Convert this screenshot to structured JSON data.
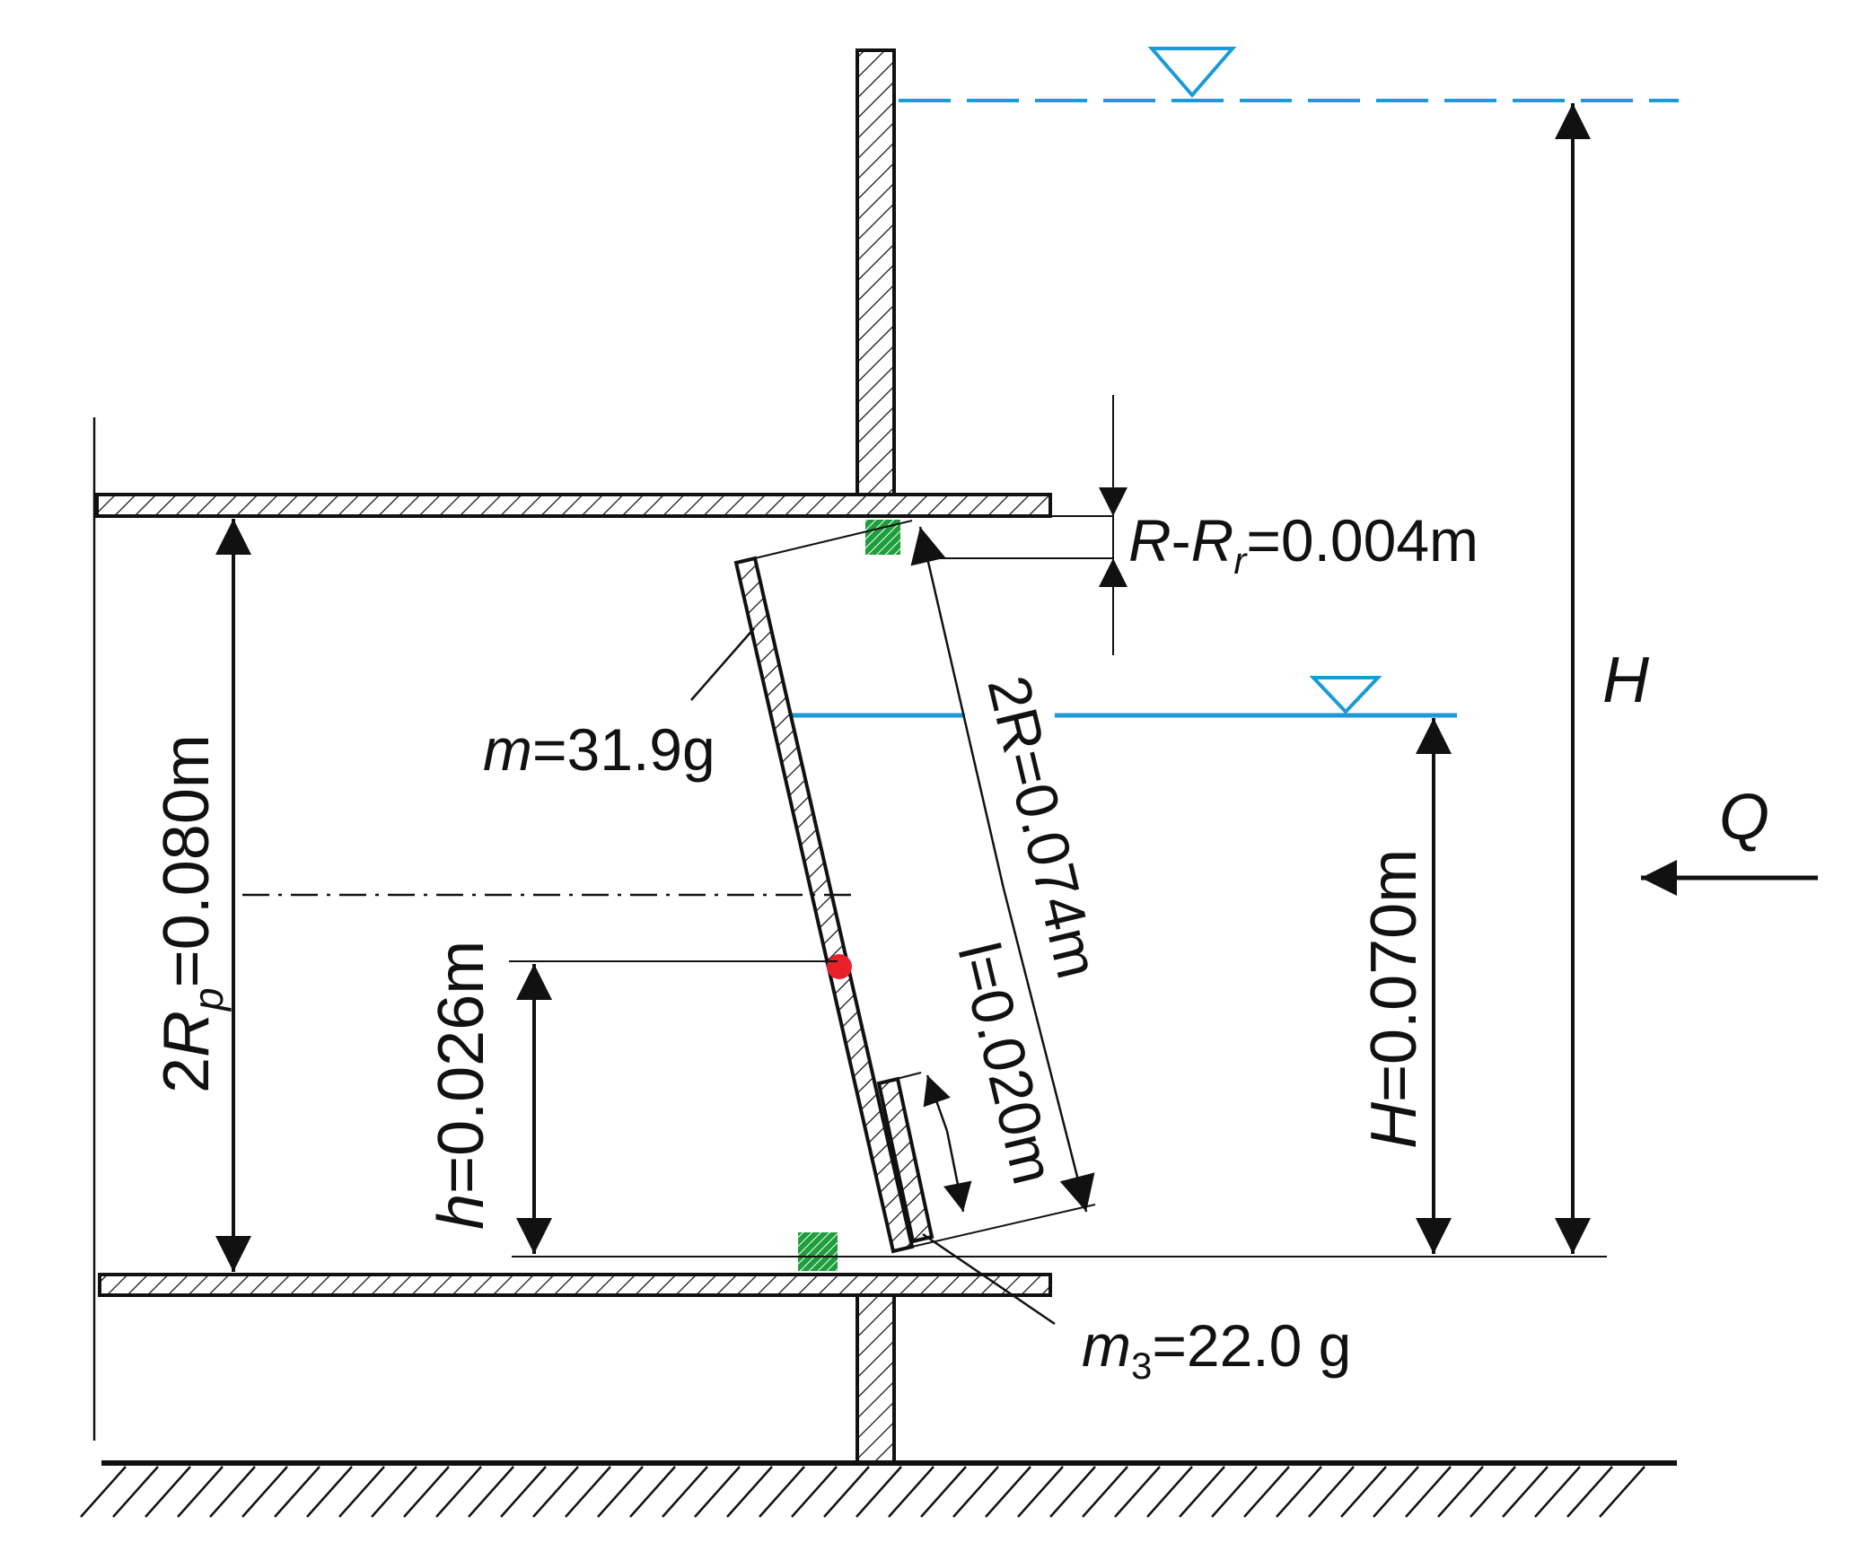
{
  "colors": {
    "ink": "#111111",
    "water": "#1a9ad7",
    "pivot": "#1e9e3c",
    "center_of_mass": "#e8202a"
  },
  "labels": {
    "r_gap": {
      "a": "R",
      "b": "-",
      "c": "R",
      "sub": "r",
      "val": "=0.004m"
    },
    "two_r": "2R=0.074m",
    "mass": {
      "sym": "m",
      "val": "=31.9g"
    },
    "h_total": "H",
    "flow": "Q",
    "two_rp": {
      "a": "2",
      "b": "R",
      "sub": "p",
      "val": "=0.080m"
    },
    "h_level": {
      "sym": "H",
      "val": "=0.070m"
    },
    "h_cm": {
      "sym": "h",
      "val": "=0.026m"
    },
    "l_len": "l=0.020m",
    "m3": {
      "sym": "m",
      "sub": "3",
      "val": "=22.0 g"
    }
  },
  "icons": [
    "water-level-triangle",
    "pivot-square",
    "center-of-mass-dot",
    "flow-arrow"
  ]
}
